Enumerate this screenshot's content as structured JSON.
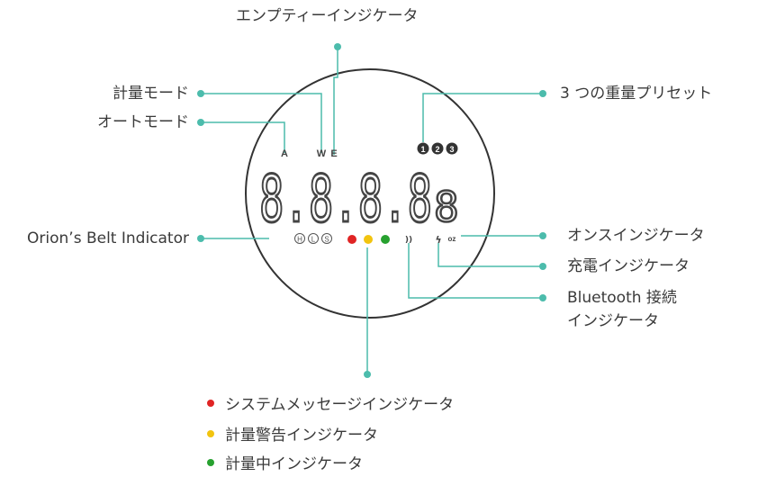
{
  "labels": {
    "empty": "エンプティーインジケータ",
    "weigh_mode": "計量モード",
    "auto_mode": "オートモード",
    "presets": "3 つの重量プリセット",
    "orion": "Orion’s Belt Indicator",
    "ounce": "オンスインジケータ",
    "charge": "充電インジケータ",
    "bluetooth_line1": "Bluetooth 接続",
    "bluetooth_line2": "インジケータ"
  },
  "display": {
    "digits": "8.8.8.8",
    "unit_digit": "8",
    "mode_a": "A",
    "mode_w": "W",
    "mode_e": "E",
    "presets": [
      "1",
      "2",
      "3"
    ],
    "belt": [
      "H",
      "L",
      "S"
    ],
    "bt_symbol": "))",
    "bolt_symbol": "ϟ",
    "oz": "oz"
  },
  "legend": [
    {
      "color": "#e02424",
      "label": "システムメッセージインジケータ"
    },
    {
      "color": "#f2c40f",
      "label": "計量警告インジケータ"
    },
    {
      "color": "#27a12f",
      "label": "計量中インジケータ"
    }
  ],
  "colors": {
    "accent": "#4cbcac",
    "lcd": "#444444",
    "red": "#e02424",
    "yellow": "#f2c40f",
    "green": "#27a12f"
  }
}
